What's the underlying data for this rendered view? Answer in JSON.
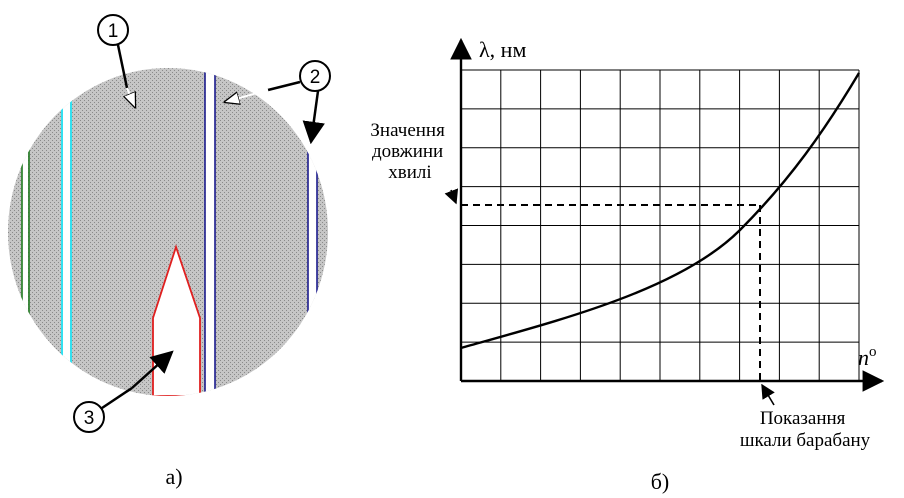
{
  "panel_a": {
    "caption": "а)",
    "callouts": [
      "1",
      "2",
      "3"
    ],
    "colors": {
      "field_fill": "#c8c8c8",
      "line_green": "#1f7a1f",
      "line_cyan": "#33e0f0",
      "line_blue": "#1a1a8c",
      "pointer_red": "#e02020"
    }
  },
  "panel_b": {
    "caption": "б)",
    "y_axis_label": "λ, нм",
    "x_axis_label": "n",
    "x_axis_label_sup": "о",
    "y_annotation": [
      "Значення",
      "довжини",
      "хвилі"
    ],
    "x_annotation": [
      "Показання",
      "шкали барабану"
    ]
  }
}
